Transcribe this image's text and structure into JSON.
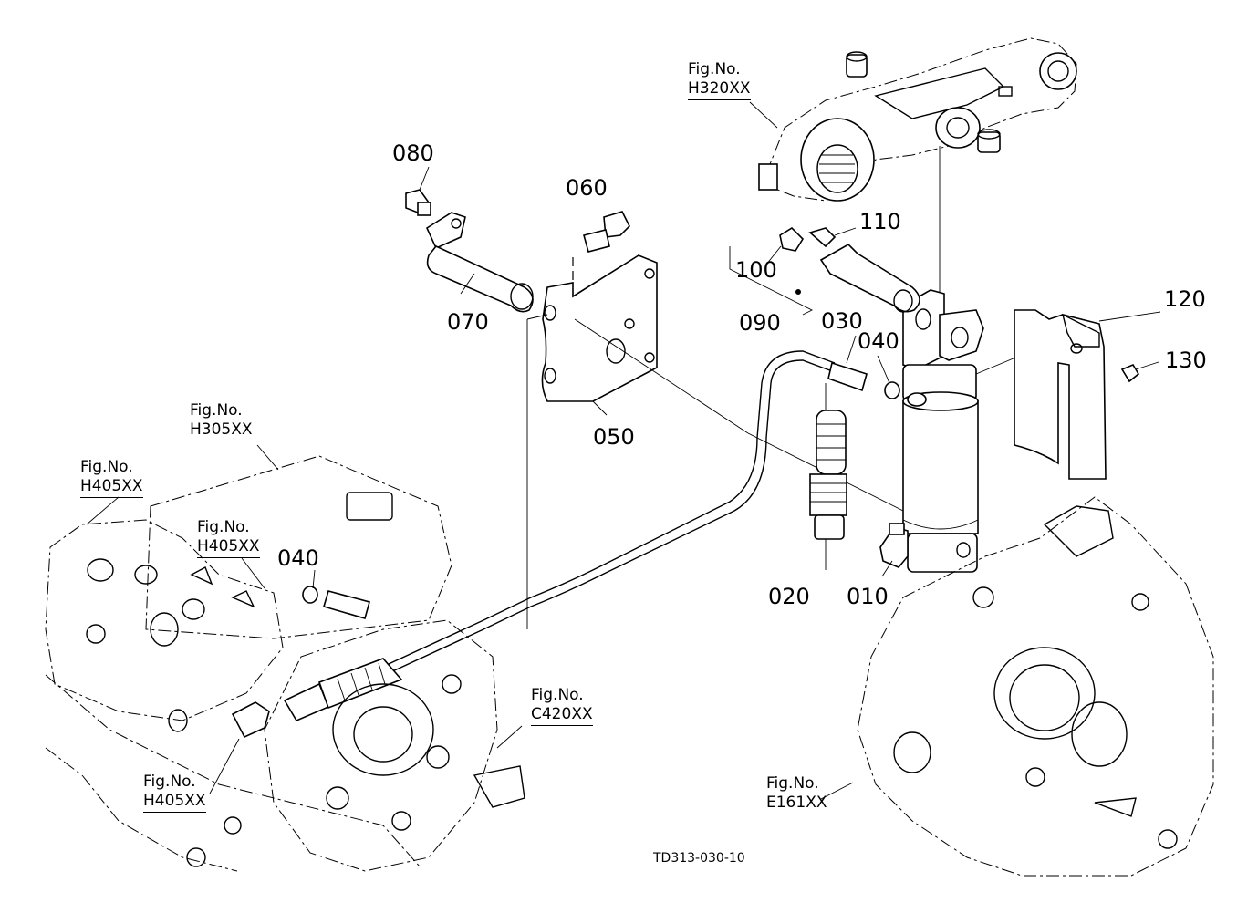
{
  "parts": [
    {
      "id": "p010",
      "label": "010"
    },
    {
      "id": "p020",
      "label": "020"
    },
    {
      "id": "p030",
      "label": "030"
    },
    {
      "id": "p040a",
      "label": "040"
    },
    {
      "id": "p040b",
      "label": "040"
    },
    {
      "id": "p050",
      "label": "050"
    },
    {
      "id": "p060",
      "label": "060"
    },
    {
      "id": "p070",
      "label": "070"
    },
    {
      "id": "p080",
      "label": "080"
    },
    {
      "id": "p090",
      "label": "090"
    },
    {
      "id": "p100",
      "label": "100"
    },
    {
      "id": "p110",
      "label": "110"
    },
    {
      "id": "p120",
      "label": "120"
    },
    {
      "id": "p130",
      "label": "130"
    }
  ],
  "figure_refs": [
    {
      "id": "ref_h320",
      "prefix": "Fig.No.",
      "code": "H320XX"
    },
    {
      "id": "ref_h305",
      "prefix": "Fig.No.",
      "code": "H305XX"
    },
    {
      "id": "ref_h405_a",
      "prefix": "Fig.No.",
      "code": "H405XX"
    },
    {
      "id": "ref_h405_b",
      "prefix": "Fig.No.",
      "code": "H405XX"
    },
    {
      "id": "ref_h405_c",
      "prefix": "Fig.No.",
      "code": "H405XX"
    },
    {
      "id": "ref_c420",
      "prefix": "Fig.No.",
      "code": "C420XX"
    },
    {
      "id": "ref_e161",
      "prefix": "Fig.No.",
      "code": "E161XX"
    }
  ],
  "drawing_code": "TD313-030-10"
}
